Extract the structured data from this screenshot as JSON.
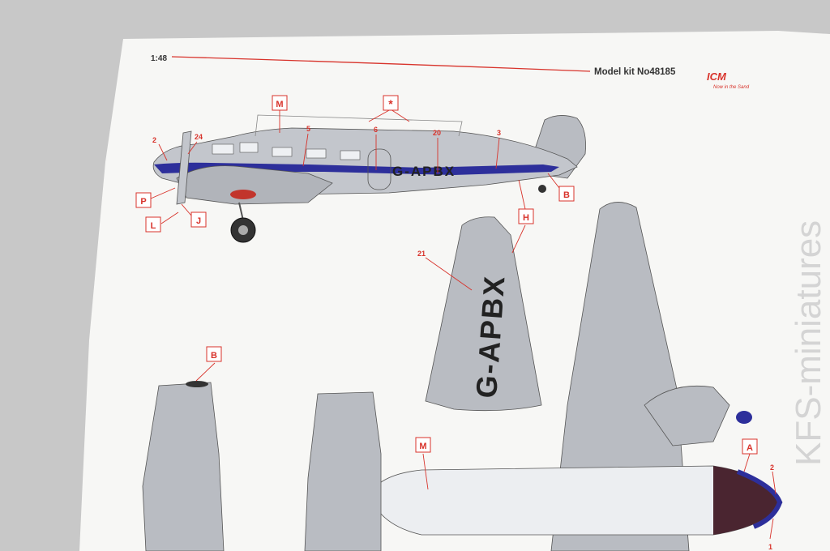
{
  "header": {
    "scale": "1:48",
    "model_kit": "Model kit No48185",
    "brand": "ICM",
    "brand_tagline": "Now in the Sand"
  },
  "watermark": "KFS-miniatures",
  "registration": "G-APBX",
  "callouts": {
    "letters": [
      "M",
      "*",
      "B",
      "H",
      "P",
      "L",
      "J",
      "B",
      "M",
      "A"
    ],
    "numbers": [
      "2",
      "24",
      "5",
      "6",
      "20",
      "3",
      "21",
      "2",
      "1"
    ]
  },
  "colors": {
    "paper": "#f7f7f5",
    "aircraft_grey": "#b9bcc2",
    "cheatline_blue": "#2d2f9b",
    "callout_red": "#d8332b",
    "nose_maroon": "#4a2530"
  }
}
